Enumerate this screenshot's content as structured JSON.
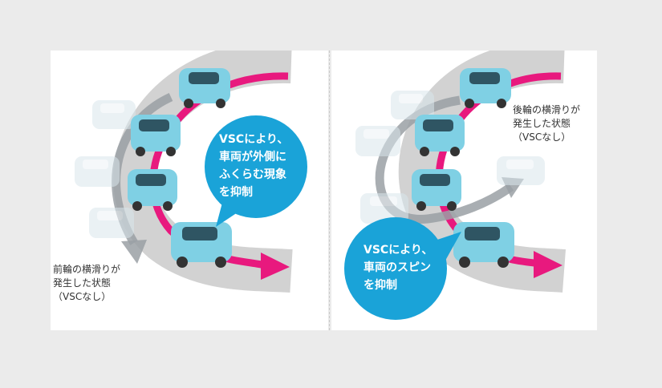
{
  "colors": {
    "background": "#ebebeb",
    "panel": "#ffffff",
    "road": "#d2d2d2",
    "path": "#e8197e",
    "skid_arrow": "#9aa0a4",
    "bubble": "#1aa3d8",
    "car_body": "#7fd0e4",
    "car_ghost": "#d9e6ec"
  },
  "left": {
    "bubble_lines": [
      "VSCにより、",
      "車両が外側に",
      "ふくらむ現象",
      "を抑制"
    ],
    "caption_lines": [
      "前輪の横滑りが",
      "発生した状態",
      "（VSCなし）"
    ]
  },
  "right": {
    "bubble_lines": [
      "VSCにより、",
      "車両のスピン",
      "を抑制"
    ],
    "caption_lines": [
      "後輪の横滑りが",
      "発生した状態",
      "（VSCなし）"
    ]
  }
}
